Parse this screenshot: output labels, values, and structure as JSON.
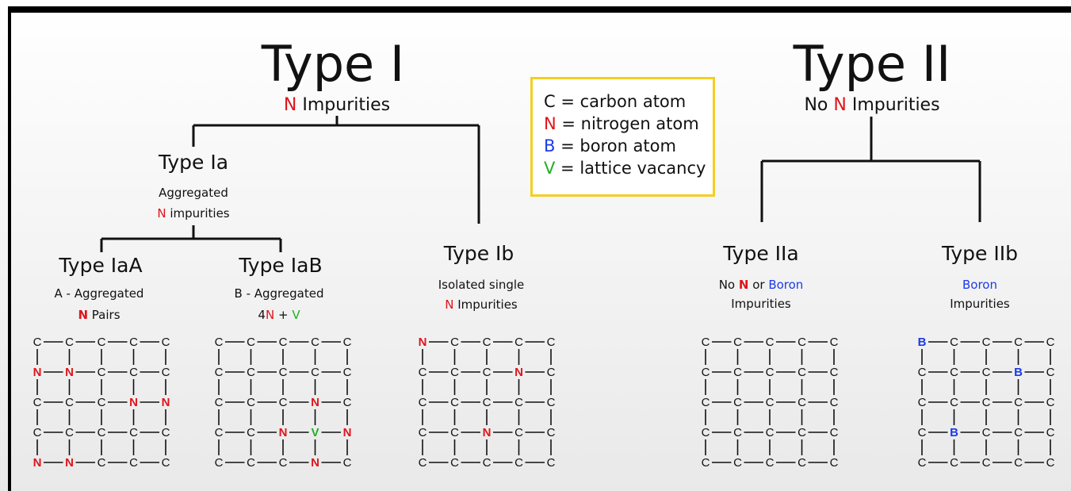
{
  "colors": {
    "nitrogen": "#e0141b",
    "boron": "#1a3be8",
    "vacancy": "#1fb022",
    "carbon": "#111111",
    "legend_border": "#f4cf21",
    "frame": "#000000",
    "background_gradient": [
      "#ffffff",
      "#e9e9e9"
    ]
  },
  "type1": {
    "title": "Type I",
    "sub_symbol": "N",
    "sub_text": " Impurities"
  },
  "type2": {
    "title": "Type II",
    "sub_prefix": "No ",
    "sub_symbol": "N",
    "sub_text": " Impurities"
  },
  "legend": {
    "rows": [
      {
        "symbol": "C",
        "text": " = carbon atom"
      },
      {
        "symbol": "N",
        "text": " = nitrogen atom"
      },
      {
        "symbol": "B",
        "text": " = boron atom"
      },
      {
        "symbol": "V",
        "text": " = lattice vacancy"
      }
    ]
  },
  "typeIa": {
    "title": "Type Ia",
    "line1": "Aggregated",
    "line2_symbol": "N",
    "line2_text": " impurities"
  },
  "typeIaA": {
    "title": "Type IaA",
    "line1": "A - Aggregated",
    "line2_symbol": "N",
    "line2_text": " Pairs"
  },
  "typeIaB": {
    "title": "Type IaB",
    "line1": "B - Aggregated",
    "line2_a": "4",
    "line2_n": "N",
    "line2_plus": " + ",
    "line2_v": "V"
  },
  "typeIb": {
    "title": "Type Ib",
    "line1": "Isolated single",
    "line2_symbol": "N",
    "line2_text": " Impurities"
  },
  "typeIIa": {
    "title": "Type IIa",
    "line1_prefix": "No ",
    "line1_n": "N",
    "line1_or": " or ",
    "line1_b": "Boron",
    "line2": "Impurities"
  },
  "typeIIb": {
    "title": "Type IIb",
    "line1_b": "Boron",
    "line2": "Impurities"
  },
  "lattices": [
    {
      "id": "lattice-iaa",
      "grid": [
        [
          "C",
          "C",
          "C",
          "C",
          "C"
        ],
        [
          "N",
          "N",
          "C",
          "C",
          "C"
        ],
        [
          "C",
          "C",
          "C",
          "N",
          "N"
        ],
        [
          "C",
          "C",
          "C",
          "C",
          "C"
        ],
        [
          "N",
          "N",
          "C",
          "C",
          "C"
        ]
      ]
    },
    {
      "id": "lattice-iab",
      "grid": [
        [
          "C",
          "C",
          "C",
          "C",
          "C"
        ],
        [
          "C",
          "C",
          "C",
          "C",
          "C"
        ],
        [
          "C",
          "C",
          "C",
          "N",
          "C"
        ],
        [
          "C",
          "C",
          "N",
          "V",
          "N"
        ],
        [
          "C",
          "C",
          "C",
          "N",
          "C"
        ]
      ]
    },
    {
      "id": "lattice-ib",
      "grid": [
        [
          "N",
          "C",
          "C",
          "C",
          "C"
        ],
        [
          "C",
          "C",
          "C",
          "N",
          "C"
        ],
        [
          "C",
          "C",
          "C",
          "C",
          "C"
        ],
        [
          "C",
          "C",
          "N",
          "C",
          "C"
        ],
        [
          "C",
          "C",
          "C",
          "C",
          "C"
        ]
      ]
    },
    {
      "id": "lattice-iia",
      "grid": [
        [
          "C",
          "C",
          "C",
          "C",
          "C"
        ],
        [
          "C",
          "C",
          "C",
          "C",
          "C"
        ],
        [
          "C",
          "C",
          "C",
          "C",
          "C"
        ],
        [
          "C",
          "C",
          "C",
          "C",
          "C"
        ],
        [
          "C",
          "C",
          "C",
          "C",
          "C"
        ]
      ]
    },
    {
      "id": "lattice-iib",
      "grid": [
        [
          "B",
          "C",
          "C",
          "C",
          "C"
        ],
        [
          "C",
          "C",
          "C",
          "B",
          "C"
        ],
        [
          "C",
          "C",
          "C",
          "C",
          "C"
        ],
        [
          "C",
          "B",
          "C",
          "C",
          "C"
        ],
        [
          "C",
          "C",
          "C",
          "C",
          "C"
        ]
      ]
    }
  ]
}
